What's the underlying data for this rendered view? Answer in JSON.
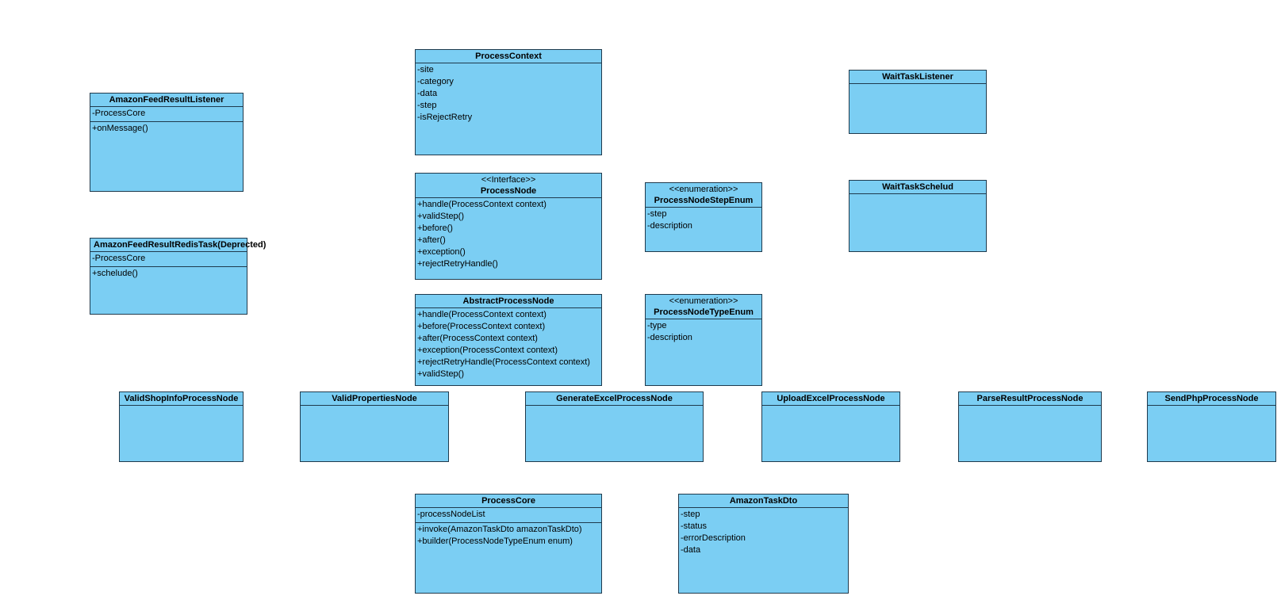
{
  "diagram": {
    "classes": [
      {
        "id": "ProcessContext",
        "name": "ProcessContext",
        "attributes": [
          "-site",
          "-category",
          "-data",
          "-step",
          "-isRejectRetry"
        ],
        "operations": []
      },
      {
        "id": "AmazonFeedResultListener",
        "name": "AmazonFeedResultListener",
        "attributes": [
          "-ProcessCore"
        ],
        "operations": [
          "+onMessage()"
        ]
      },
      {
        "id": "WaitTaskListener",
        "name": "WaitTaskListener",
        "attributes": [],
        "operations": []
      },
      {
        "id": "ProcessNode",
        "stereotype": "<<Interface>>",
        "name": "ProcessNode",
        "attributes": [],
        "operations": [
          "+handle(ProcessContext context)",
          "+validStep()",
          "+before()",
          "+after()",
          "+exception()",
          "+rejectRetryHandle()"
        ]
      },
      {
        "id": "ProcessNodeStepEnum",
        "stereotype": "<<enumeration>>",
        "name": "ProcessNodeStepEnum",
        "attributes": [
          "-step",
          "-description"
        ],
        "operations": []
      },
      {
        "id": "WaitTaskSchelud",
        "name": "WaitTaskSchelud",
        "attributes": [],
        "operations": []
      },
      {
        "id": "AmazonFeedResultRedisTask",
        "name": "AmazonFeedResultRedisTask(Deprected)",
        "attributes": [
          "-ProcessCore"
        ],
        "operations": [
          "+schelude()"
        ]
      },
      {
        "id": "AbstractProcessNode",
        "name": "AbstractProcessNode",
        "attributes": [],
        "operations": [
          "+handle(ProcessContext context)",
          "+before(ProcessContext context)",
          "+after(ProcessContext context)",
          "+exception(ProcessContext context)",
          "+rejectRetryHandle(ProcessContext context)",
          "+validStep()"
        ]
      },
      {
        "id": "ProcessNodeTypeEnum",
        "stereotype": "<<enumeration>>",
        "name": "ProcessNodeTypeEnum",
        "attributes": [
          "-type",
          "-description"
        ],
        "operations": []
      },
      {
        "id": "ValidShopInfoProcessNode",
        "name": "ValidShopInfoProcessNode",
        "attributes": [],
        "operations": []
      },
      {
        "id": "ValidPropertiesNode",
        "name": "ValidPropertiesNode",
        "attributes": [],
        "operations": []
      },
      {
        "id": "GenerateExcelProcessNode",
        "name": "GenerateExcelProcessNode",
        "attributes": [],
        "operations": []
      },
      {
        "id": "UploadExcelProcessNode",
        "name": "UploadExcelProcessNode",
        "attributes": [],
        "operations": []
      },
      {
        "id": "ParseResultProcessNode",
        "name": "ParseResultProcessNode",
        "attributes": [],
        "operations": []
      },
      {
        "id": "SendPhpProcessNode",
        "name": "SendPhpProcessNode",
        "attributes": [],
        "operations": []
      },
      {
        "id": "ProcessCore",
        "name": "ProcessCore",
        "attributes": [
          "-processNodeList"
        ],
        "operations": [
          "+invoke(AmazonTaskDto amazonTaskDto)",
          "+builder(ProcessNodeTypeEnum enum)"
        ]
      },
      {
        "id": "AmazonTaskDto",
        "name": "AmazonTaskDto",
        "attributes": [
          "-step",
          "-status",
          "-errorDescription",
          "-data"
        ],
        "operations": []
      }
    ],
    "colors": {
      "class_fill": "#7bcef3",
      "class_border": "#1f3a4d",
      "background": "#ffffff"
    }
  }
}
